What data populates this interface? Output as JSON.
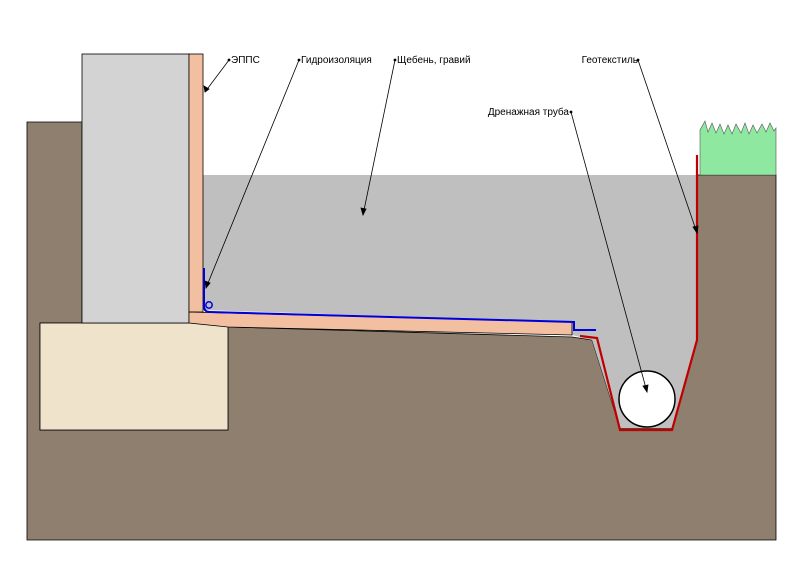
{
  "labels": {
    "epps": "ЭППС",
    "waterproofing": "Гидроизоляция",
    "gravel": "Щебень, гравий",
    "geotextile": "Геотекстиль",
    "drain_pipe": "Дренажная труба"
  },
  "colors": {
    "soil": "#8e7f6f",
    "concrete": "#d3d3d3",
    "footing": "#efe3cc",
    "insulation": "#f2c0a0",
    "gravel": "#bfbfbf",
    "grass": "#8fe89f",
    "waterproofing": "#0000dd",
    "geotextile": "#c00000",
    "pipe": "#ffffff",
    "outline": "#000000"
  }
}
